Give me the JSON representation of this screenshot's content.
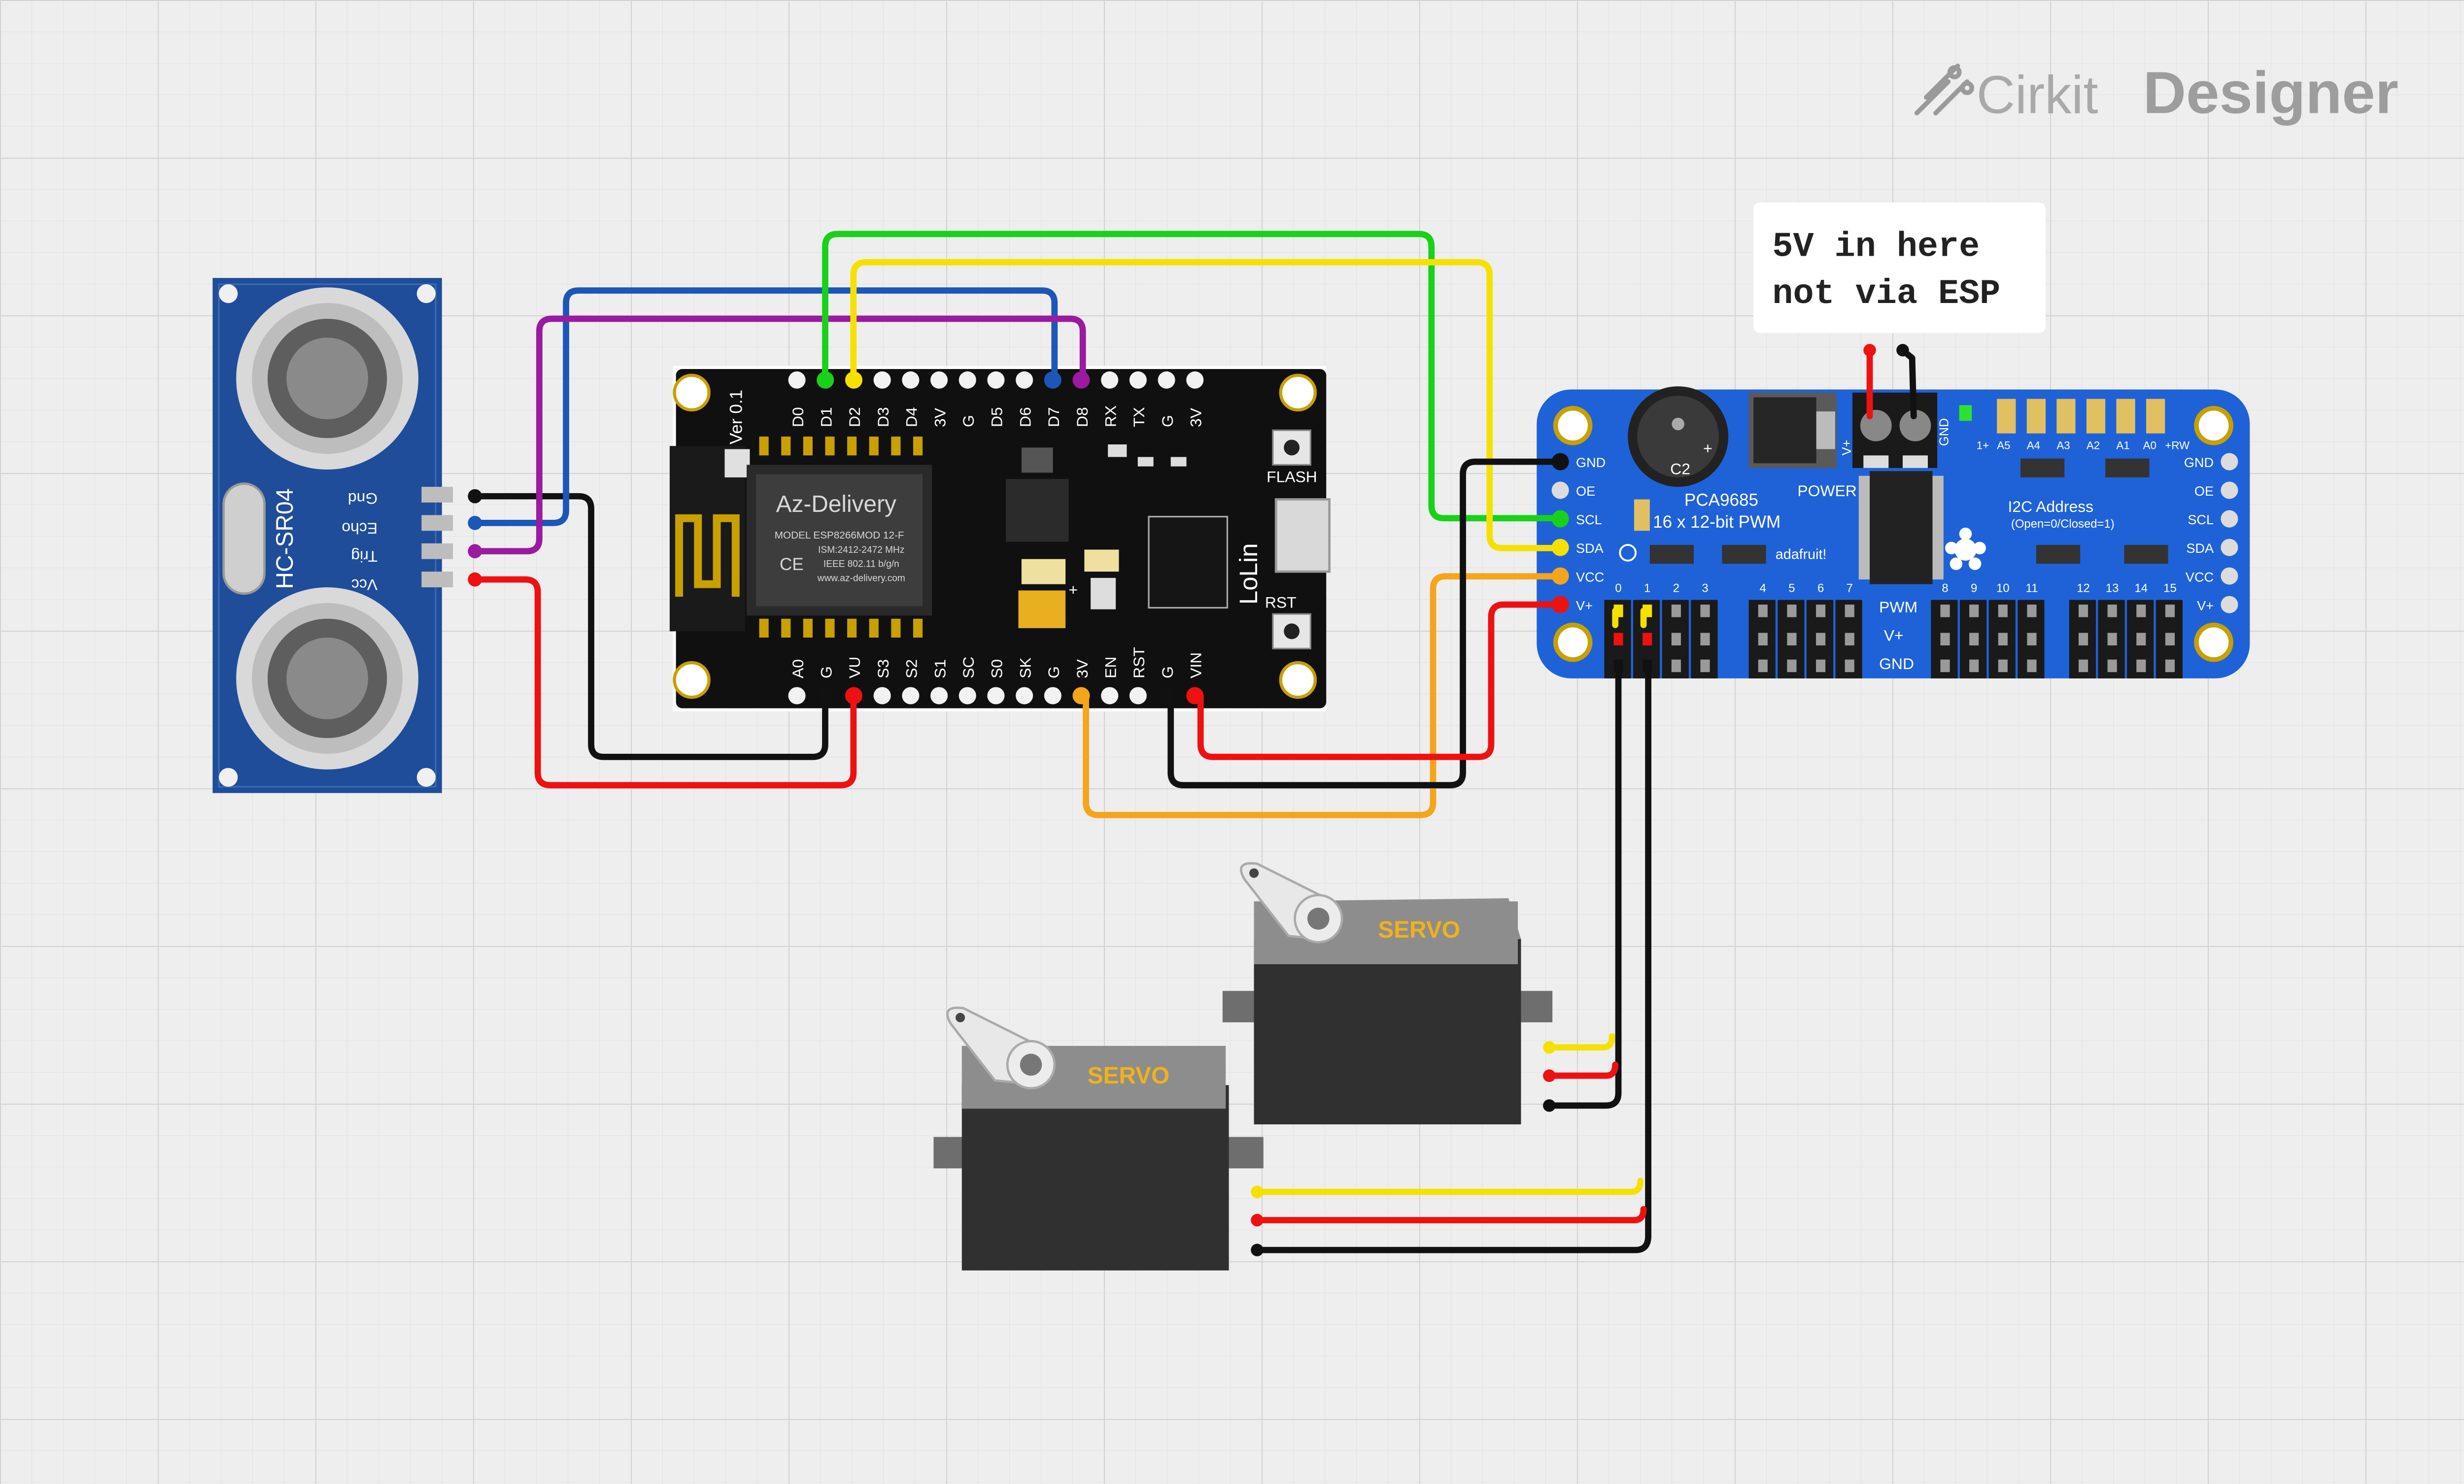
{
  "brand": {
    "name_part1": "Cirkit",
    "name_part2": "Designer"
  },
  "note": {
    "line1": "5V in here",
    "line2": "not via ESP"
  },
  "hcsr04": {
    "name": "HC-SR04",
    "pins": [
      "Gnd",
      "Echo",
      "Trig",
      "Vcc"
    ]
  },
  "esp": {
    "ver_label": "Ver 0.1",
    "top_pins": [
      "D0",
      "D1",
      "D2",
      "D3",
      "D4",
      "3V",
      "G",
      "D5",
      "D6",
      "D7",
      "D8",
      "RX",
      "TX",
      "G",
      "3V"
    ],
    "bottom_pins": [
      "A0",
      "G",
      "VU",
      "S3",
      "S2",
      "S1",
      "SC",
      "S0",
      "SK",
      "G",
      "3V",
      "EN",
      "RST",
      "G",
      "VIN"
    ],
    "module_brand": "Az-Delivery",
    "module_line1": "MODEL ESP8266MOD 12-F",
    "module_line2": "ISM:2412-2472 MHz",
    "module_line3": "IEEE 802.11 b/g/n",
    "module_line4": "www.az-delivery.com",
    "lolin": "LoLin",
    "flash": "FLASH",
    "rst": "RST"
  },
  "pca": {
    "title": "PCA9685",
    "subtitle": "16 x 12-bit PWM",
    "brand": "adafruit!",
    "power": "POWER",
    "cap": "C2",
    "vplus": "V+",
    "gnd": "GND",
    "left_pins": [
      "GND",
      "OE",
      "SCL",
      "SDA",
      "VCC",
      "V+"
    ],
    "right_pins": [
      "GND",
      "OE",
      "SCL",
      "SDA",
      "VCC",
      "V+"
    ],
    "addr_title": "I2C Address",
    "addr_sub": "(Open=0/Closed=1)",
    "addr_labels": [
      "1+",
      "A5",
      "A4",
      "A3",
      "A2",
      "A1",
      "A0",
      "+RW"
    ],
    "channels": [
      "0",
      "1",
      "2",
      "3",
      "4",
      "5",
      "6",
      "7",
      "8",
      "9",
      "10",
      "11",
      "12",
      "13",
      "14",
      "15"
    ],
    "row_labels": [
      "PWM",
      "V+",
      "GND"
    ]
  },
  "servos": [
    {
      "label": "SERVO"
    },
    {
      "label": "SERVO"
    }
  ],
  "colors": {
    "wire_green": "#19d119",
    "wire_yellow": "#f5e100",
    "wire_blue": "#1c56b8",
    "wire_purple": "#9a1aa0",
    "wire_black": "#111111",
    "wire_red": "#ee1111",
    "wire_orange": "#f5a51c",
    "pca_blue": "#1f62d8",
    "hcsr04_blue": "#1f4d9a",
    "esp_black": "#101010",
    "servo_label": "#f0b21a"
  }
}
